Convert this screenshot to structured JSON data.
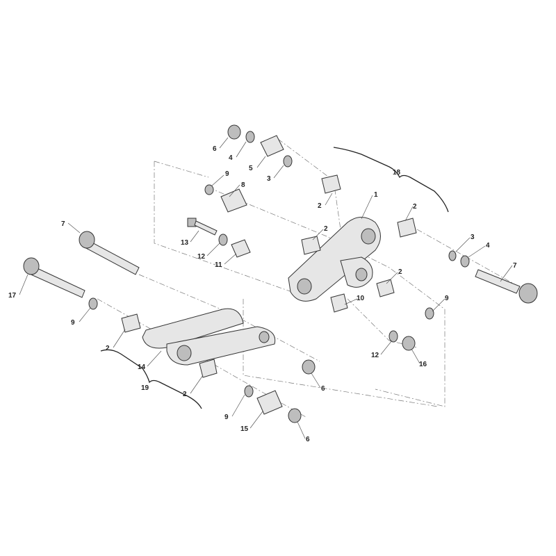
{
  "diagram": {
    "callouts": [
      {
        "id": "c1",
        "text": "6"
      },
      {
        "id": "c2",
        "text": "4"
      },
      {
        "id": "c3",
        "text": "5"
      },
      {
        "id": "c4",
        "text": "3"
      },
      {
        "id": "c5",
        "text": "9"
      },
      {
        "id": "c6",
        "text": "8"
      },
      {
        "id": "c7",
        "text": "18"
      },
      {
        "id": "c8",
        "text": "2"
      },
      {
        "id": "c9",
        "text": "1"
      },
      {
        "id": "c10",
        "text": "2"
      },
      {
        "id": "c11",
        "text": "13"
      },
      {
        "id": "c12",
        "text": "12"
      },
      {
        "id": "c13",
        "text": "11"
      },
      {
        "id": "c14",
        "text": "2"
      },
      {
        "id": "c15",
        "text": "3"
      },
      {
        "id": "c16",
        "text": "4"
      },
      {
        "id": "c17",
        "text": "7"
      },
      {
        "id": "c18",
        "text": "7"
      },
      {
        "id": "c19",
        "text": "17"
      },
      {
        "id": "c20",
        "text": "9"
      },
      {
        "id": "c21",
        "text": "2"
      },
      {
        "id": "c22",
        "text": "10"
      },
      {
        "id": "c23",
        "text": "9"
      },
      {
        "id": "c24",
        "text": "2"
      },
      {
        "id": "c25",
        "text": "14"
      },
      {
        "id": "c26",
        "text": "19"
      },
      {
        "id": "c27",
        "text": "2"
      },
      {
        "id": "c28",
        "text": "12"
      },
      {
        "id": "c29",
        "text": "16"
      },
      {
        "id": "c30",
        "text": "6"
      },
      {
        "id": "c31",
        "text": "9"
      },
      {
        "id": "c32",
        "text": "15"
      },
      {
        "id": "c33",
        "text": "6"
      }
    ]
  }
}
